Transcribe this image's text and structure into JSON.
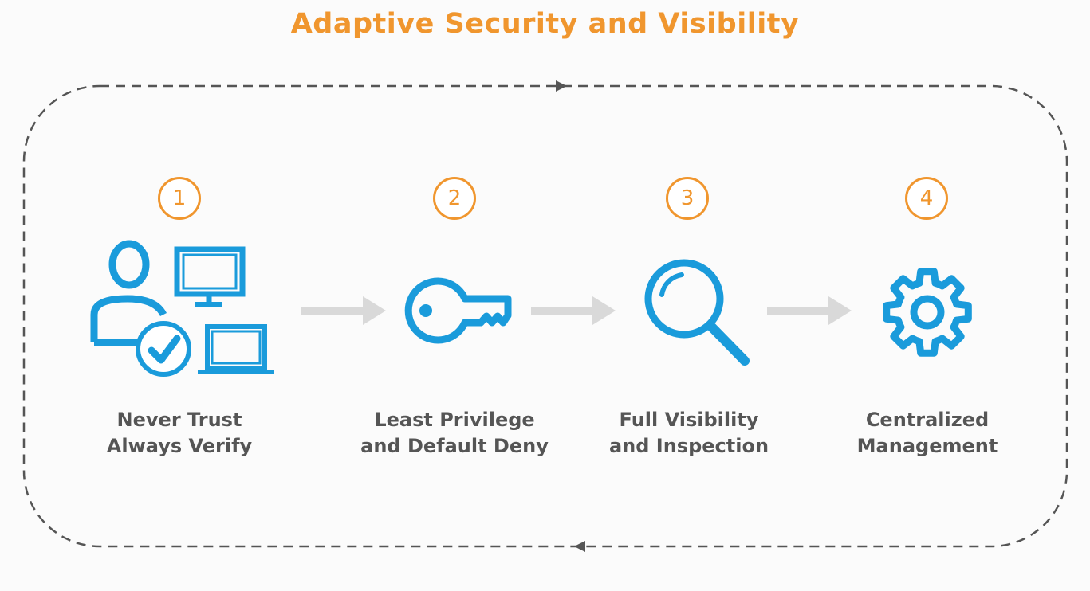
{
  "title": "Adaptive Security and Visibility",
  "colors": {
    "accent_orange": "#F0962E",
    "icon_blue": "#1A9BDB",
    "arrow_gray": "#D9D9D9",
    "loop_dash": "#555555"
  },
  "steps": [
    {
      "number": "1",
      "icon": "user-devices-verified-icon",
      "line1": "Never Trust",
      "line2": "Always Verify"
    },
    {
      "number": "2",
      "icon": "key-icon",
      "line1": "Least Privilege",
      "line2": "and Default Deny"
    },
    {
      "number": "3",
      "icon": "magnifier-icon",
      "line1": "Full Visibility",
      "line2": "and Inspection"
    },
    {
      "number": "4",
      "icon": "gear-icon",
      "line1": "Centralized",
      "line2": "Management"
    }
  ]
}
